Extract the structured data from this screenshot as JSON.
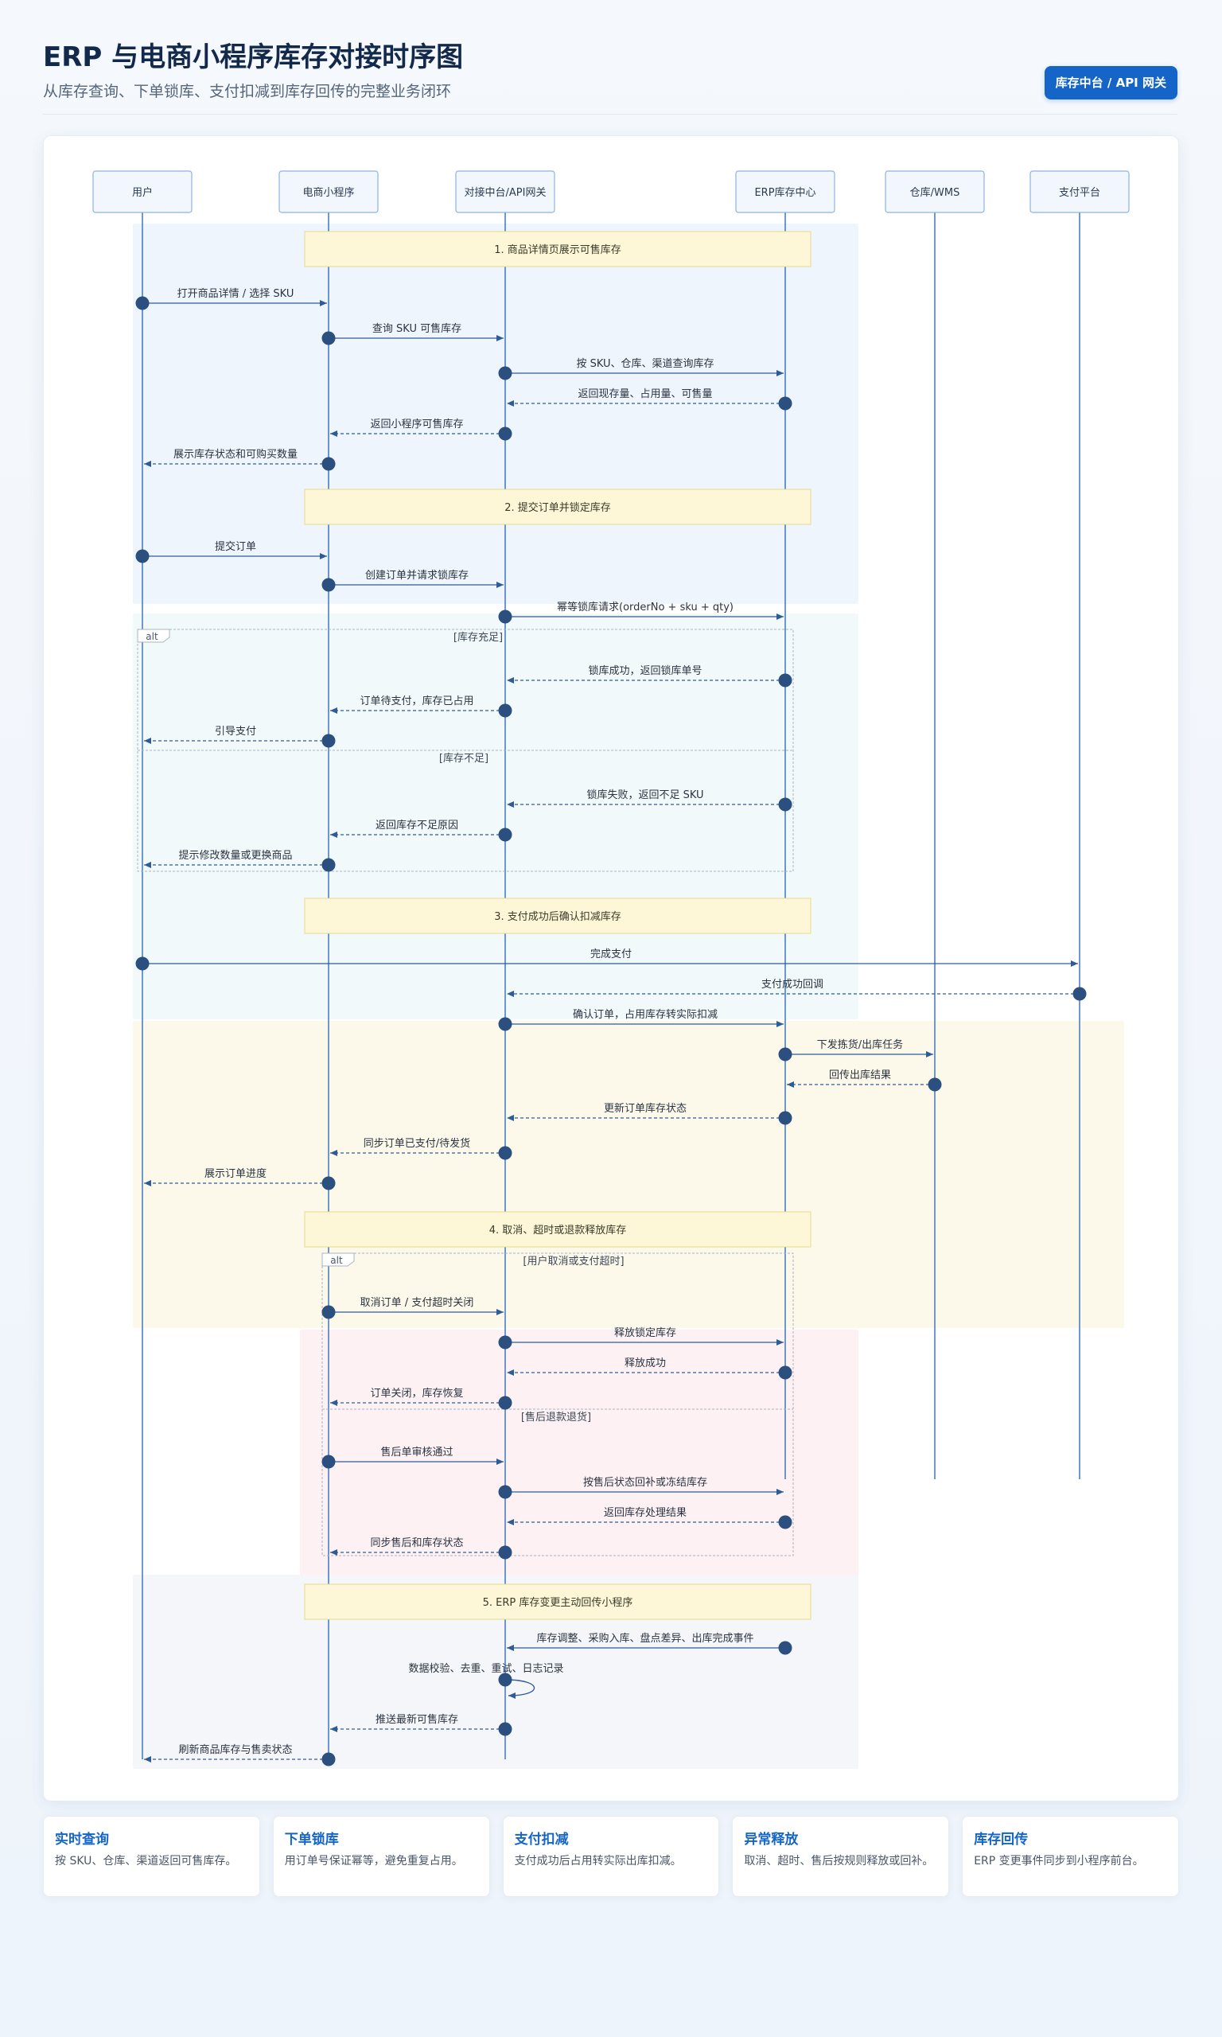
{
  "header": {
    "title": "ERP 与电商小程序库存对接时序图",
    "subtitle": "从库存查询、下单锁库、支付扣减到库存回传的完整业务闭环",
    "badge": "库存中台 / API 网关"
  },
  "participants": [
    {
      "id": "user",
      "label": "用户"
    },
    {
      "id": "mini",
      "label": "电商小程序"
    },
    {
      "id": "api",
      "label": "对接中台/API网关"
    },
    {
      "id": "erp",
      "label": "ERP库存中心"
    },
    {
      "id": "wms",
      "label": "仓库/WMS"
    },
    {
      "id": "pay",
      "label": "支付平台"
    }
  ],
  "sections": [
    {
      "title": "1. 商品详情页展示可售库存",
      "color": "#eef5fc",
      "messages": [
        {
          "from": "user",
          "to": "mini",
          "label": "打开商品详情 / 选择 SKU",
          "dashed": false
        },
        {
          "from": "mini",
          "to": "api",
          "label": "查询 SKU 可售库存",
          "dashed": false
        },
        {
          "from": "api",
          "to": "erp",
          "label": "按 SKU、仓库、渠道查询库存",
          "dashed": false
        },
        {
          "from": "erp",
          "to": "api",
          "label": "返回现存量、占用量、可售量",
          "dashed": true
        },
        {
          "from": "api",
          "to": "mini",
          "label": "返回小程序可售库存",
          "dashed": true
        },
        {
          "from": "mini",
          "to": "user",
          "label": "展示库存状态和可购买数量",
          "dashed": true
        }
      ]
    },
    {
      "title": "2. 提交订单并锁定库存",
      "color": "#f2f9fa",
      "messages": [
        {
          "from": "user",
          "to": "mini",
          "label": "提交订单",
          "dashed": false
        },
        {
          "from": "mini",
          "to": "api",
          "label": "创建订单并请求锁库存",
          "dashed": false
        },
        {
          "from": "api",
          "to": "erp",
          "label": "幂等锁库请求(orderNo + sku + qty)",
          "dashed": false
        }
      ],
      "alt": {
        "tag": "alt",
        "branches": [
          {
            "condition": "[库存充足]",
            "messages": [
              {
                "from": "erp",
                "to": "api",
                "label": "锁库成功，返回锁库单号",
                "dashed": true
              },
              {
                "from": "api",
                "to": "mini",
                "label": "订单待支付，库存已占用",
                "dashed": true
              },
              {
                "from": "mini",
                "to": "user",
                "label": "引导支付",
                "dashed": true
              }
            ]
          },
          {
            "condition": "[库存不足]",
            "messages": [
              {
                "from": "erp",
                "to": "api",
                "label": "锁库失败，返回不足 SKU",
                "dashed": true
              },
              {
                "from": "api",
                "to": "mini",
                "label": "返回库存不足原因",
                "dashed": true
              },
              {
                "from": "mini",
                "to": "user",
                "label": "提示修改数量或更换商品",
                "dashed": true
              }
            ]
          }
        ]
      }
    },
    {
      "title": "3. 支付成功后确认扣减库存",
      "color": "#fdf9ea",
      "messages": [
        {
          "from": "user",
          "to": "pay",
          "label": "完成支付",
          "dashed": false
        },
        {
          "from": "pay",
          "to": "api",
          "label": "支付成功回调",
          "dashed": true
        },
        {
          "from": "api",
          "to": "erp",
          "label": "确认订单，占用库存转实际扣减",
          "dashed": false
        },
        {
          "from": "erp",
          "to": "wms",
          "label": "下发拣货/出库任务",
          "dashed": false
        },
        {
          "from": "wms",
          "to": "erp",
          "label": "回传出库结果",
          "dashed": true
        },
        {
          "from": "erp",
          "to": "api",
          "label": "更新订单库存状态",
          "dashed": true
        },
        {
          "from": "api",
          "to": "mini",
          "label": "同步订单已支付/待发货",
          "dashed": true
        },
        {
          "from": "mini",
          "to": "user",
          "label": "展示订单进度",
          "dashed": true
        }
      ]
    },
    {
      "title": "4. 取消、超时或退款释放库存",
      "color": "#fdf1f3",
      "messages": [],
      "alt": {
        "tag": "alt",
        "branches": [
          {
            "condition": "[用户取消或支付超时]",
            "messages": [
              {
                "from": "mini",
                "to": "api",
                "label": "取消订单 / 支付超时关闭",
                "dashed": false
              },
              {
                "from": "api",
                "to": "erp",
                "label": "释放锁定库存",
                "dashed": false
              },
              {
                "from": "erp",
                "to": "api",
                "label": "释放成功",
                "dashed": true
              },
              {
                "from": "api",
                "to": "mini",
                "label": "订单关闭，库存恢复",
                "dashed": true
              }
            ]
          },
          {
            "condition": "[售后退款退货]",
            "messages": [
              {
                "from": "mini",
                "to": "api",
                "label": "售后单审核通过",
                "dashed": false
              },
              {
                "from": "api",
                "to": "erp",
                "label": "按售后状态回补或冻结库存",
                "dashed": false
              },
              {
                "from": "erp",
                "to": "api",
                "label": "返回库存处理结果",
                "dashed": true
              },
              {
                "from": "api",
                "to": "mini",
                "label": "同步售后和库存状态",
                "dashed": true
              }
            ]
          }
        ]
      }
    },
    {
      "title": "5. ERP 库存变更主动回传小程序",
      "color": "#f4f6f9",
      "messages": [
        {
          "from": "erp",
          "to": "api",
          "label": "库存调整、采购入库、盘点差异、出库完成事件",
          "dashed": false
        },
        {
          "from": "api",
          "to": "api",
          "label": "数据校验、去重、重试、日志记录",
          "dashed": false,
          "self": true
        },
        {
          "from": "api",
          "to": "mini",
          "label": "推送最新可售库存",
          "dashed": true
        },
        {
          "from": "mini",
          "to": "user",
          "label": "刷新商品库存与售卖状态",
          "dashed": true
        }
      ]
    }
  ],
  "colors": {
    "lifeline": "#4a7fc1",
    "arrow": "#2e5c99",
    "dot": "#2b4f7e",
    "note_fill": "#fdf7d7",
    "note_border": "#e6d98f",
    "actor_fill": "#f2f7fd",
    "actor_border": "#8fb3d9"
  },
  "legend": [
    {
      "title": "实时查询",
      "desc": "按 SKU、仓库、渠道返回可售库存。"
    },
    {
      "title": "下单锁库",
      "desc": "用订单号保证幂等，避免重复占用。"
    },
    {
      "title": "支付扣减",
      "desc": "支付成功后占用转实际出库扣减。"
    },
    {
      "title": "异常释放",
      "desc": "取消、超时、售后按规则释放或回补。"
    },
    {
      "title": "库存回传",
      "desc": "ERP 变更事件同步到小程序前台。"
    }
  ]
}
